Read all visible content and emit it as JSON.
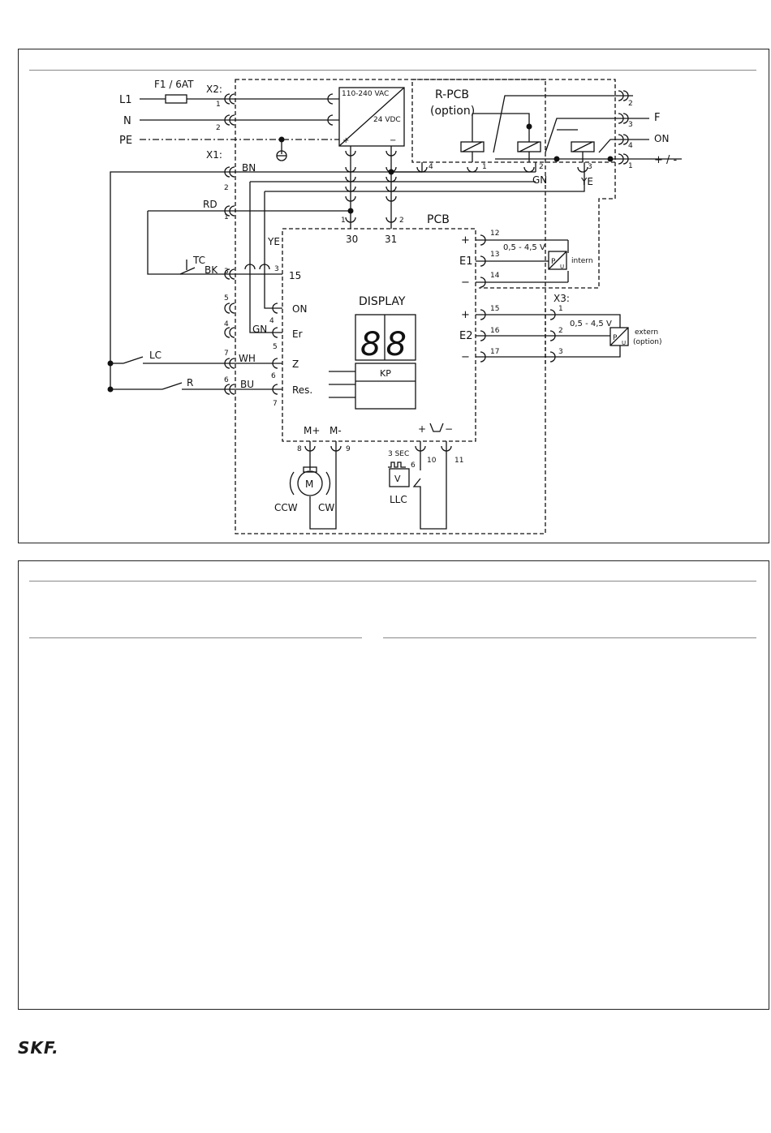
{
  "labels": {
    "l1": "L1",
    "n": "N",
    "pe": "PE",
    "fuse": "F1 / 6AT",
    "x2": "X2:",
    "x1": "X1:",
    "x3": "X3:",
    "x2_1": "1",
    "x2_2": "2",
    "psu_in": "110-240 VAC",
    "psu_out": "24 VDC",
    "rpcb": "R-PCB",
    "rpcb_option": "(option)",
    "rt1": "2",
    "rt2": "3",
    "rt3": "4",
    "rt4": "1",
    "f": "F",
    "on_out": "ON",
    "plusminus": "+ / -",
    "r_t4": "4",
    "r_t1": "1",
    "r_t2": "2",
    "r_t3": "3",
    "gn_r": "GN",
    "ye_r": "YE",
    "bn": "BN",
    "rd": "RD",
    "ye": "YE",
    "gn": "GN",
    "bk": "BK",
    "wh": "WH",
    "bu": "BU",
    "x1_2": "2",
    "x1_1": "1",
    "x1_3": "3",
    "x1_5": "5",
    "x1_4": "4",
    "x1_7": "7",
    "x1_6": "6",
    "tc": "TC",
    "lc": "LC",
    "r": "R",
    "pcb": "PCB",
    "p1": "1",
    "p2": "2",
    "p30": "30",
    "p31": "31",
    "p15": "15",
    "on": "ON",
    "er": "Er",
    "z": "Z",
    "res": "Res.",
    "t3": "3",
    "t4": "4",
    "t5": "5",
    "t6": "6",
    "t7": "7",
    "display": "DISPLAY",
    "digits": "88",
    "kp": "KP",
    "plus1": "+",
    "e1": "E1",
    "minus1": "−",
    "plus2": "+",
    "e2": "E2",
    "minus2": "−",
    "t12": "12",
    "t13": "13",
    "t14": "14",
    "t15": "15",
    "t16": "16",
    "t17": "17",
    "range1": "0,5 - 4,5 V",
    "range2": "0,5 - 4,5 V",
    "intern": "intern",
    "extern": "extern",
    "extern_opt": "(option)",
    "x3_1": "1",
    "x3_2": "2",
    "x3_3": "3",
    "mplus": "M+",
    "mminus": "M-",
    "t8": "8",
    "t9": "9",
    "motor": "M",
    "ccw": "CCW",
    "cw": "CW",
    "t10": "10",
    "t11": "11",
    "t6b": "6",
    "sec": "3 SEC",
    "llc_v": "V",
    "llc": "LLC",
    "pu_p": "P",
    "pu_u": "U"
  },
  "logo": "SKF."
}
